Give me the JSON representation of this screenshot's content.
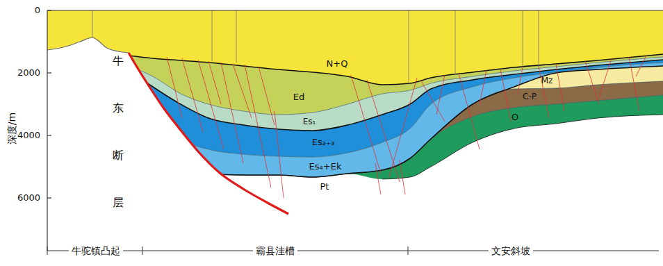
{
  "diagram": {
    "labels": [
      "深度/m",
      "0",
      "2000",
      "4000",
      "6000",
      "N+Q",
      "Ed",
      "Es₁",
      "Es₂₊₃",
      "Es₄+Ek",
      "Pt",
      "Mz",
      "C-P",
      "O",
      "牛东断层",
      "牛驼镇凸起",
      "霸县洼槽",
      "文安斜坡"
    ]
  }
}
